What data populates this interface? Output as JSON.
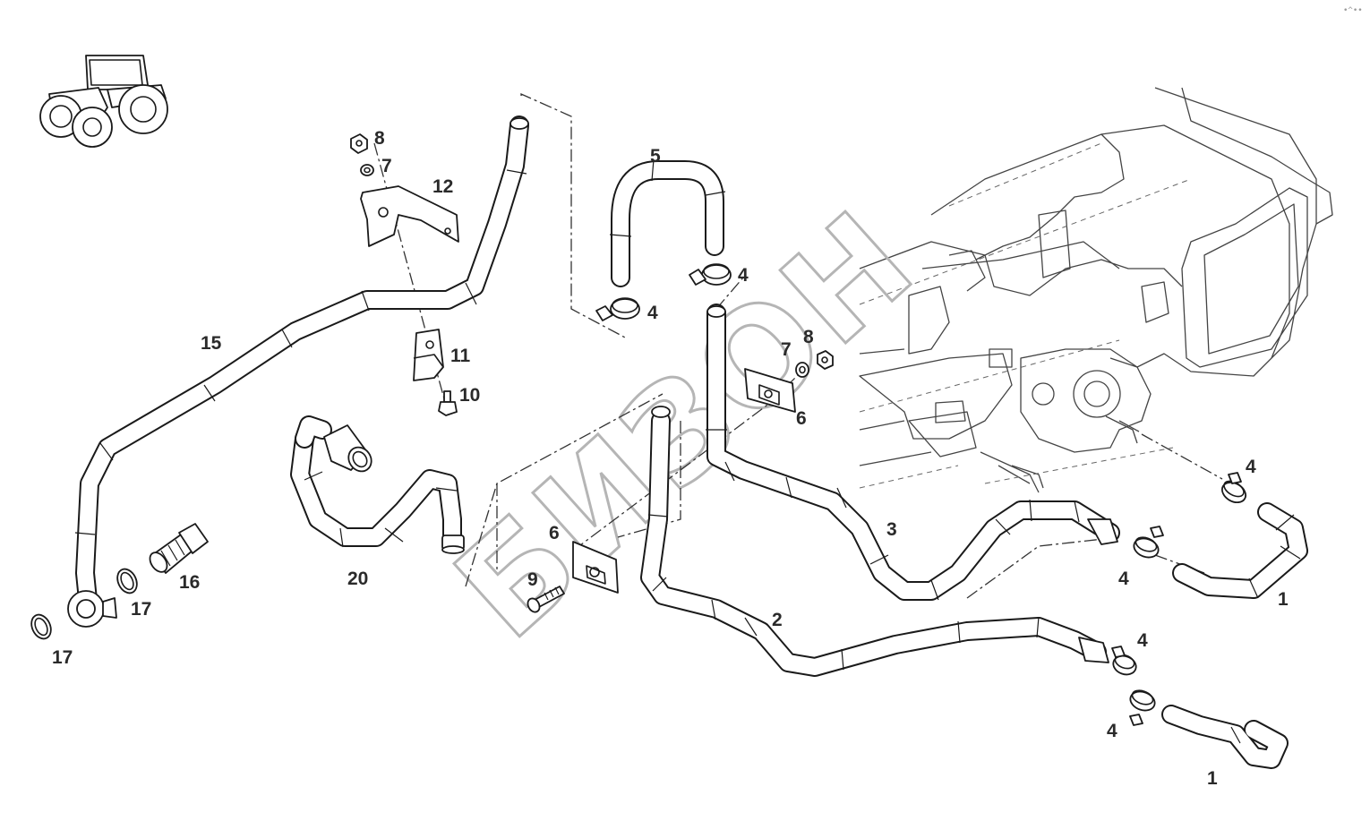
{
  "diagram": {
    "watermark_text": "БИЗОН",
    "corner_mark": "•^••",
    "part_numbers": [
      {
        "id": "8",
        "label": "8"
      },
      {
        "id": "7",
        "label": "7"
      },
      {
        "id": "12",
        "label": "12"
      },
      {
        "id": "11",
        "label": "11"
      },
      {
        "id": "10",
        "label": "10"
      },
      {
        "id": "15",
        "label": "15"
      },
      {
        "id": "16",
        "label": "16"
      },
      {
        "id": "17a",
        "label": "17"
      },
      {
        "id": "17b",
        "label": "17"
      },
      {
        "id": "20",
        "label": "20"
      },
      {
        "id": "6a",
        "label": "6"
      },
      {
        "id": "9",
        "label": "9"
      },
      {
        "id": "5",
        "label": "5"
      },
      {
        "id": "4a",
        "label": "4"
      },
      {
        "id": "4b",
        "label": "4"
      },
      {
        "id": "7b",
        "label": "7"
      },
      {
        "id": "8b",
        "label": "8"
      },
      {
        "id": "6b",
        "label": "6"
      },
      {
        "id": "3",
        "label": "3"
      },
      {
        "id": "2",
        "label": "2"
      },
      {
        "id": "4c",
        "label": "4"
      },
      {
        "id": "4d",
        "label": "4"
      },
      {
        "id": "1a",
        "label": "1"
      },
      {
        "id": "4e",
        "label": "4"
      },
      {
        "id": "4f",
        "label": "4"
      },
      {
        "id": "1b",
        "label": "1"
      }
    ]
  }
}
